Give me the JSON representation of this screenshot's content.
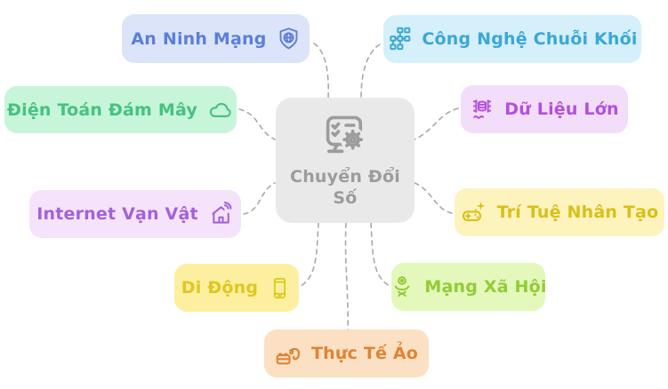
{
  "diagram": {
    "type": "mindmap",
    "connector_color": "#a9a9a9",
    "center": {
      "label": "Chuyển Đổi Số",
      "icon": "transformation-checklist-gear-icon",
      "bg": "#e9e9e9",
      "color": "#9c9c9c"
    },
    "nodes": [
      {
        "id": "an-ninh-mang",
        "label": "An Ninh Mạng",
        "icon": "shield-globe-icon",
        "icon_side": "right",
        "bg": "#dce4f9",
        "color": "#5b7fd9"
      },
      {
        "id": "cong-nghe-chuoi-khoi",
        "label": "Công Nghệ Chuỗi Khối",
        "icon": "blockchain-icon",
        "icon_side": "left",
        "bg": "#d5effb",
        "color": "#3aa8d6"
      },
      {
        "id": "dien-toan-dam-may",
        "label": "Điện Toán Đám Mây",
        "icon": "cloud-icon",
        "icon_side": "right",
        "bg": "#c6f5da",
        "color": "#47c27f"
      },
      {
        "id": "du-lieu-lon",
        "label": "Dữ Liệu Lớn",
        "icon": "big-data-icon",
        "icon_side": "left",
        "bg": "#f2ddfa",
        "color": "#b44fdd"
      },
      {
        "id": "internet-van-vat",
        "label": "Internet Vạn Vật",
        "icon": "smart-home-icon",
        "icon_side": "right",
        "bg": "#f5e3fc",
        "color": "#a361d9"
      },
      {
        "id": "tri-tue-nhan-tao",
        "label": "Trí Tuệ Nhân Tạo",
        "icon": "ai-gamepad-sparkle-icon",
        "icon_side": "left",
        "bg": "#fdf3bd",
        "color": "#d8c017"
      },
      {
        "id": "di-dong",
        "label": "Di Động",
        "icon": "smartphone-icon",
        "icon_side": "right",
        "bg": "#fcf0a0",
        "color": "#e0c620"
      },
      {
        "id": "mang-xa-hoi",
        "label": "Mạng Xã Hội",
        "icon": "person-icon",
        "icon_side": "left",
        "bg": "#e4f8bb",
        "color": "#91cc35"
      },
      {
        "id": "thuc-te-ao",
        "label": "Thực Tế Ảo",
        "icon": "vr-headset-icon",
        "icon_side": "left",
        "bg": "#fbe0c3",
        "color": "#dd8435"
      }
    ]
  }
}
